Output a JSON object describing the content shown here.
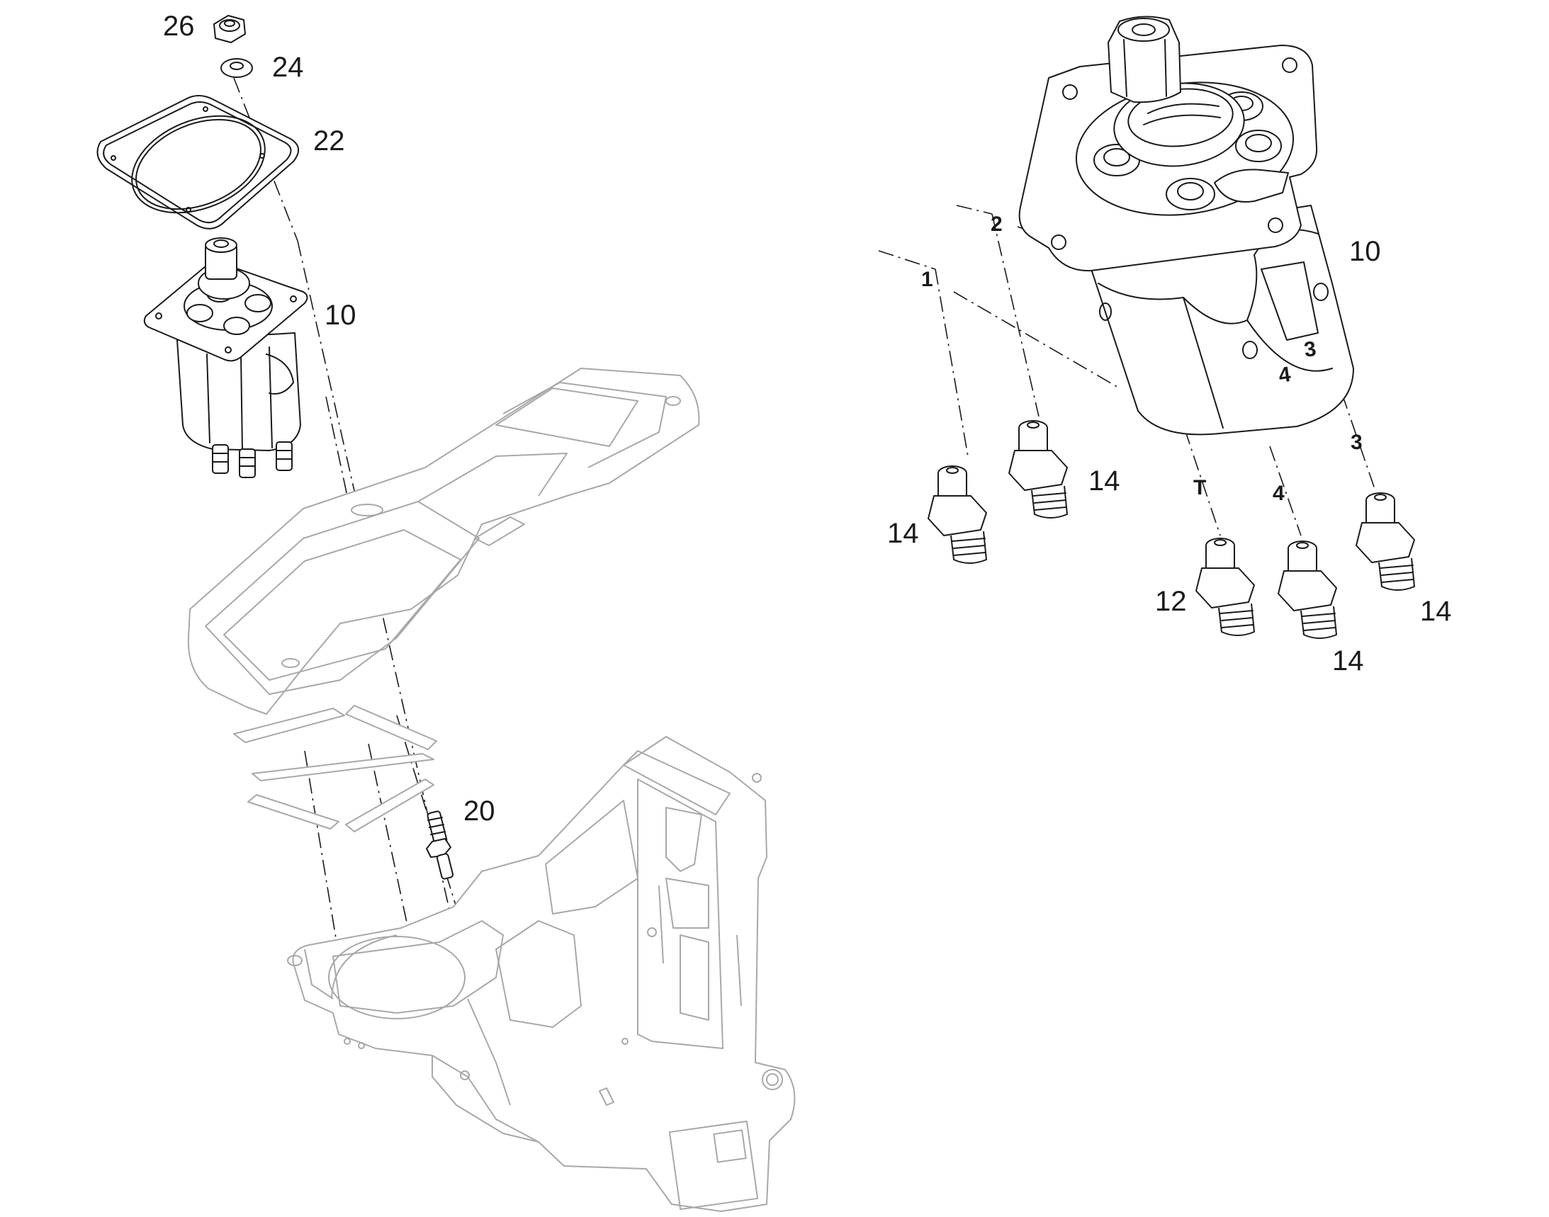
{
  "diagram": {
    "callouts": {
      "c26": "26",
      "c24": "24",
      "c22": "22",
      "c10_left": "10",
      "c20": "20",
      "c10_right": "10",
      "c14_a": "14",
      "c14_b": "14",
      "c12": "12",
      "c14_c": "14",
      "c14_d": "14"
    },
    "port_labels": {
      "p1": "1",
      "p2": "2",
      "p3": "3",
      "p4": "4",
      "pT": "T",
      "body_4": "4",
      "body_3": "3"
    },
    "colors": {
      "ink": "#1a1a1a",
      "faint_ink": "#a8a8a8",
      "background": "#ffffff"
    }
  }
}
